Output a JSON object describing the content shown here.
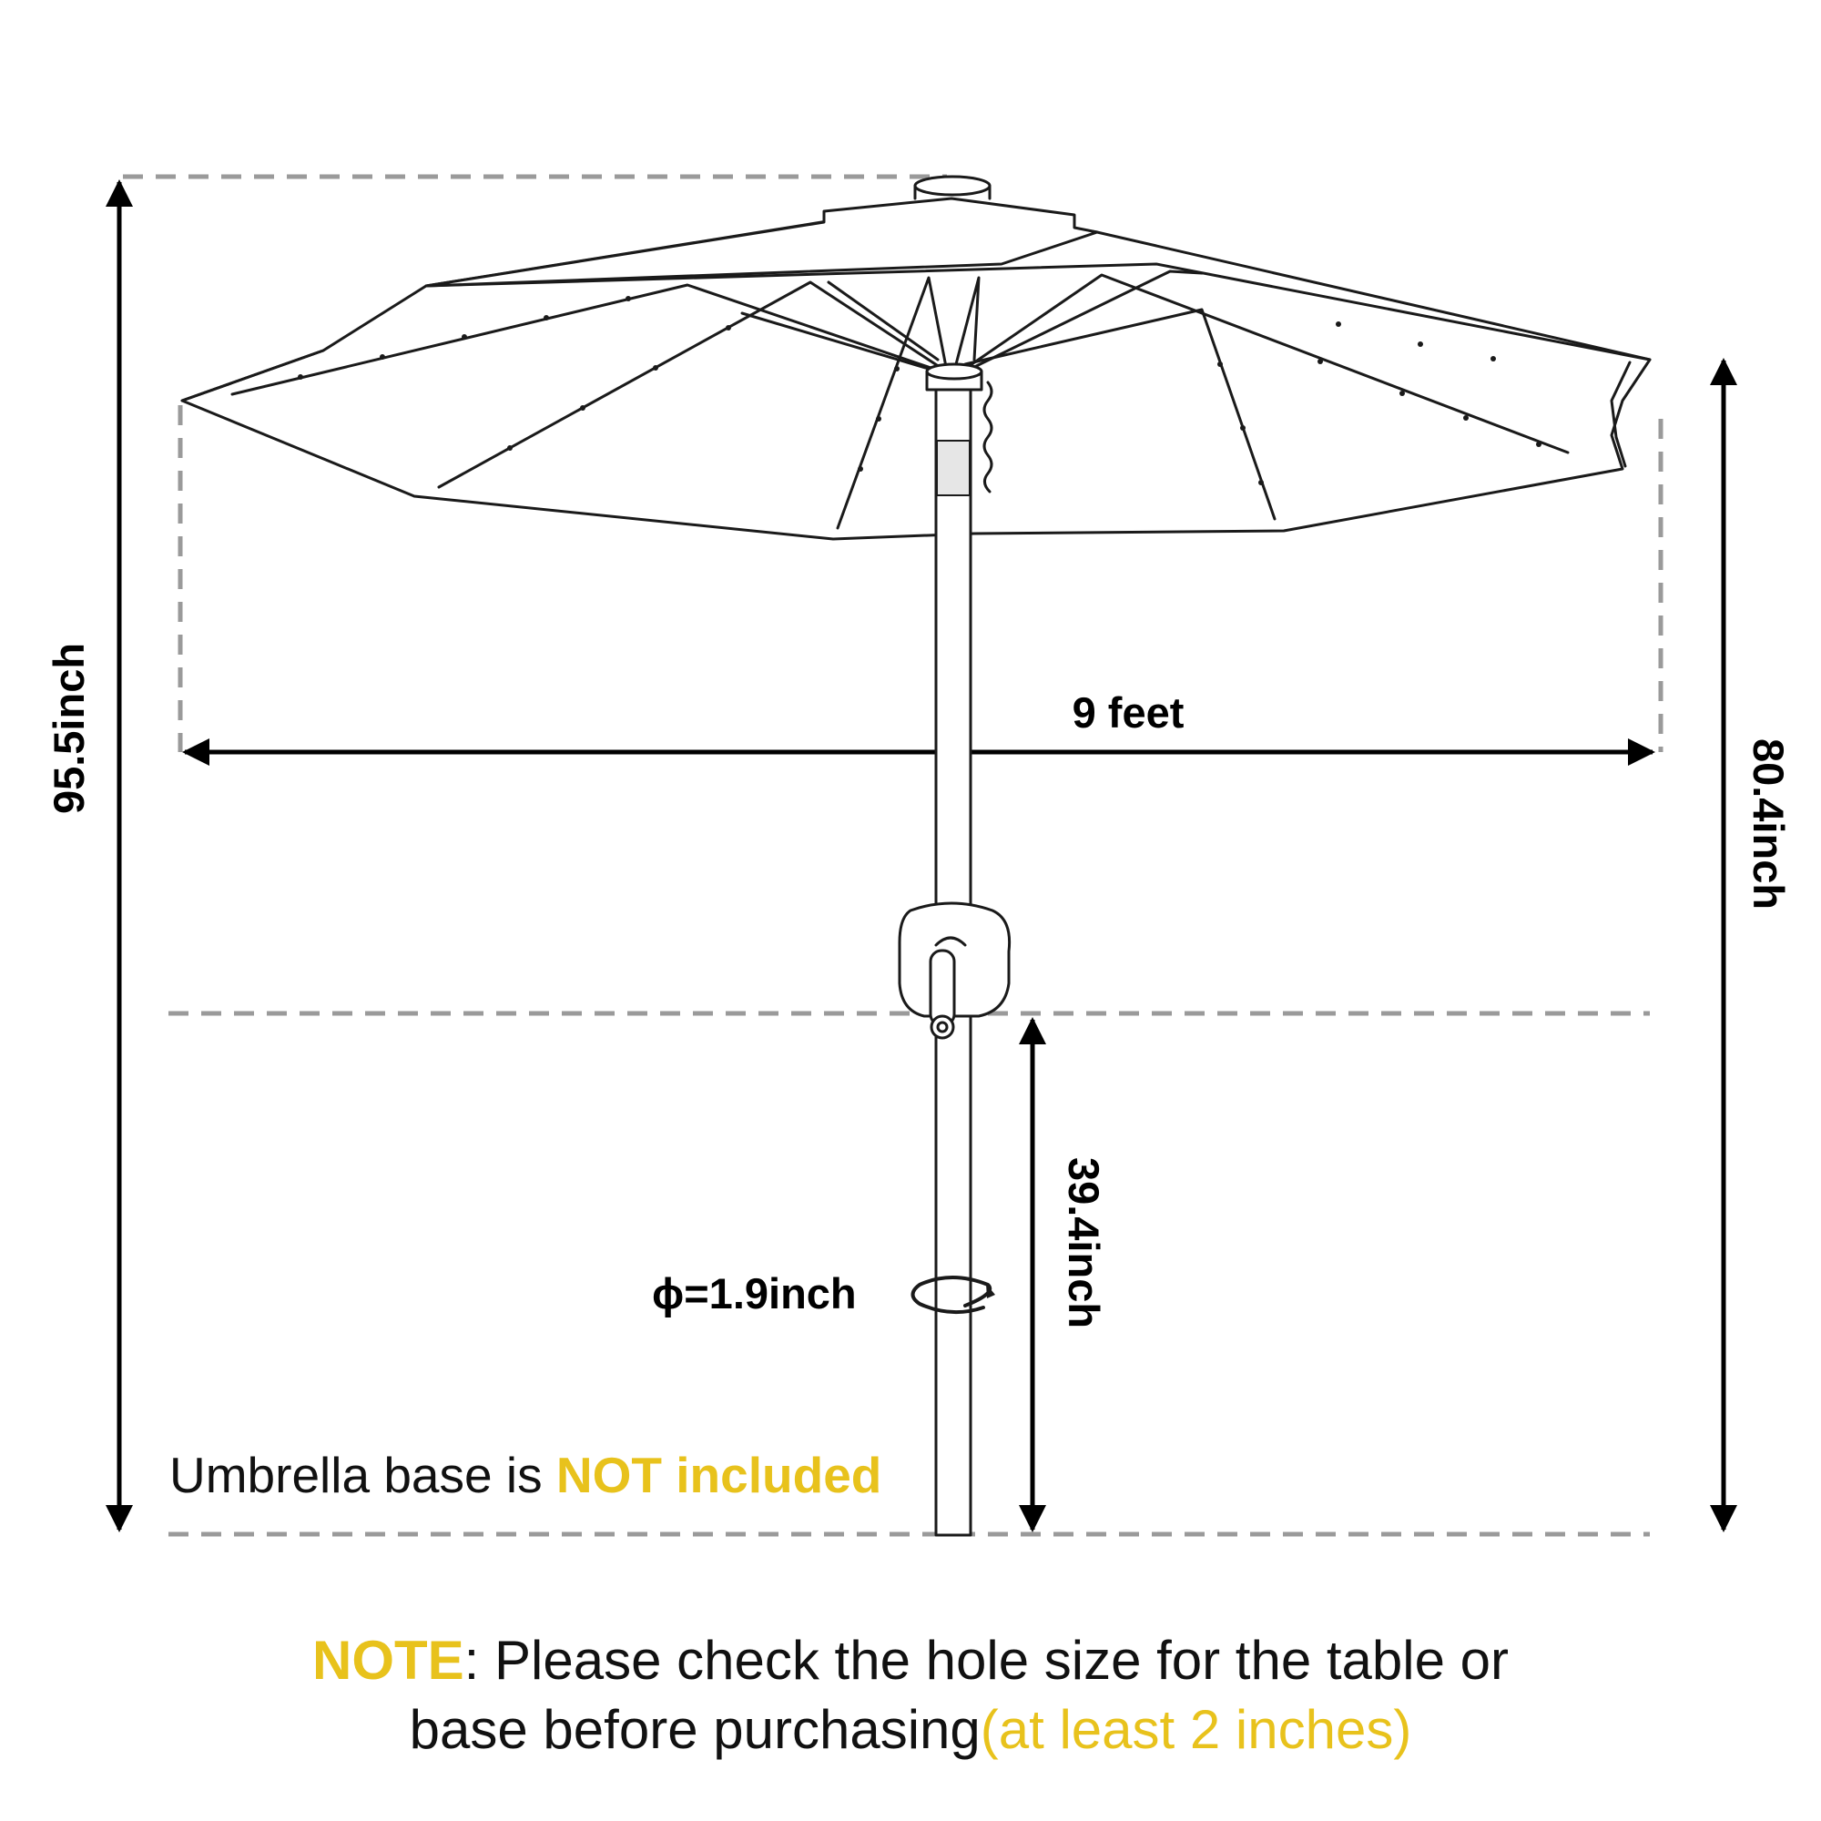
{
  "colors": {
    "accent": "#e8c21c",
    "ink": "#111111",
    "guide": "#9a9a9a"
  },
  "dimensions": {
    "total_height": "95.5inch",
    "canopy_width": "9 feet",
    "canopy_edge_height": "80.4inch",
    "pole_below_crank": "39.4inch",
    "pole_diameter": "ϕ=1.9inch"
  },
  "base_note": {
    "prefix": "Umbrella base is ",
    "highlight": "NOT included"
  },
  "note": {
    "label": "NOTE",
    "line1_rest": ": Please check the hole size for the table or",
    "line2": "base before purchasing",
    "line2_highlight": "(at least 2 inches)"
  }
}
